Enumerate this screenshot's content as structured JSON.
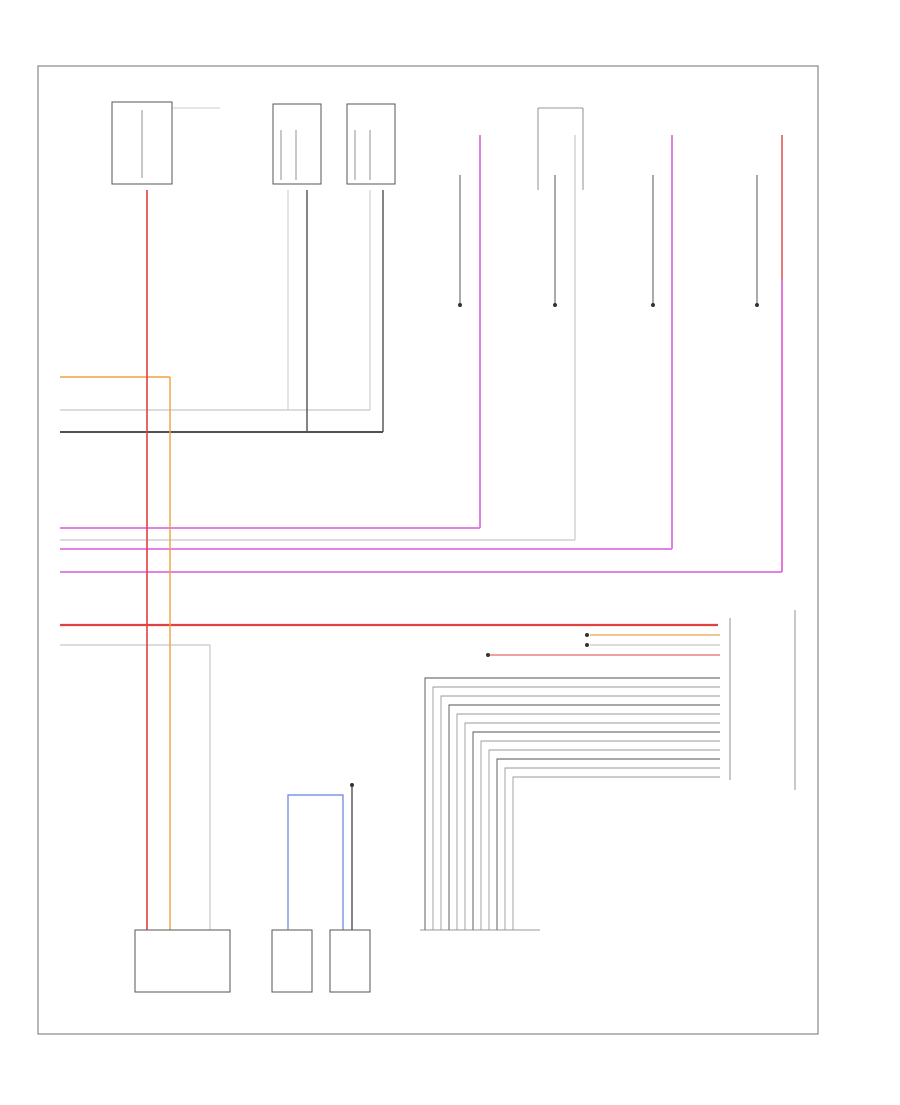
{
  "diagram": {
    "footer_code": "",
    "colors": {
      "pink": "#e070e0",
      "red": "#e04040",
      "orange": "#f0a040",
      "blue": "#6080e0",
      "gray": "#c8c8c8",
      "dark": "#505050",
      "frame": "#888888"
    },
    "components": [
      {
        "id": "fuse-block",
        "label": ""
      },
      {
        "id": "passenger-seat-switch-1",
        "label": ""
      },
      {
        "id": "passenger-seat-switch-2",
        "label": ""
      },
      {
        "id": "left-rear-window",
        "label": ""
      },
      {
        "id": "passenger-window",
        "label": ""
      },
      {
        "id": "driver-window",
        "label": ""
      },
      {
        "id": "right-rear-window",
        "label": ""
      },
      {
        "id": "power-window-master-switch",
        "label": ""
      },
      {
        "id": "driver-door-module",
        "label": ""
      },
      {
        "id": "left-door-lock-switch",
        "label": ""
      },
      {
        "id": "door-lock-actuator",
        "label": ""
      },
      {
        "id": "body-control-module",
        "label": ""
      }
    ]
  }
}
